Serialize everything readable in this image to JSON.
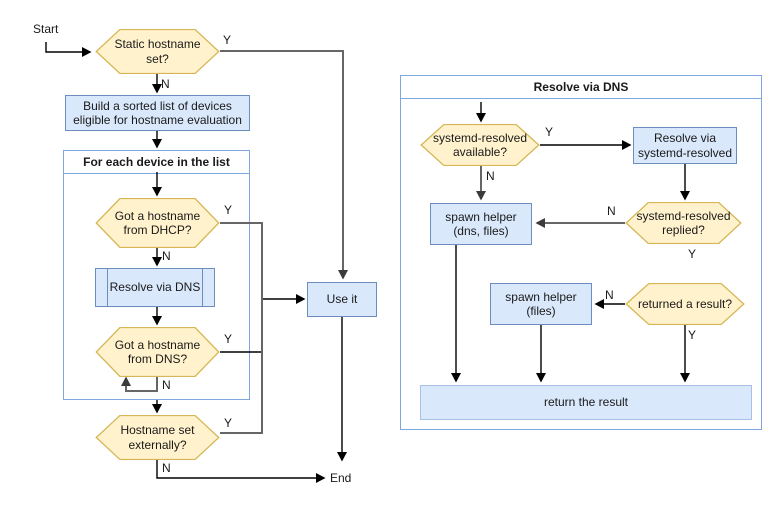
{
  "diagram": {
    "start_label": "Start",
    "end_label": "End",
    "edge_labels": {
      "yes": "Y",
      "no": "N"
    },
    "nodes": {
      "static_hostname": {
        "label": "Static hostname set?"
      },
      "build_list": {
        "label": "Build a sorted list of devices eligible for hostname evaluation"
      },
      "loop_container": {
        "title": "For each device in the list"
      },
      "dhcp": {
        "label": "Got a hostname from DHCP?"
      },
      "resolve_subprocess": {
        "label": "Resolve via DNS"
      },
      "dns": {
        "label": "Got a hostname from DNS?"
      },
      "externally": {
        "label": "Hostname set externally?"
      },
      "use_it": {
        "label": "Use it"
      },
      "dns_container": {
        "title": "Resolve via DNS"
      },
      "resolved_available": {
        "label": "systemd-resolved available?"
      },
      "resolve_via_resolved": {
        "label": "Resolve via systemd-resolved"
      },
      "spawn_helper_dns": {
        "label": "spawn helper (dns, files)"
      },
      "resolved_replied": {
        "label": "systemd-resolved replied?"
      },
      "spawn_helper_files": {
        "label": "spawn helper (files)"
      },
      "returned_result": {
        "label": "returned a result?"
      },
      "return_result": {
        "label": "return the result"
      }
    },
    "colors": {
      "decision_fill": "#FFF2CC",
      "decision_border": "#D6B656",
      "process_fill": "#DAE8FC",
      "process_border": "#6C8EBF",
      "container_border": "#7EA6E0",
      "connector": "#000000",
      "connector_alt": "#666666"
    }
  }
}
